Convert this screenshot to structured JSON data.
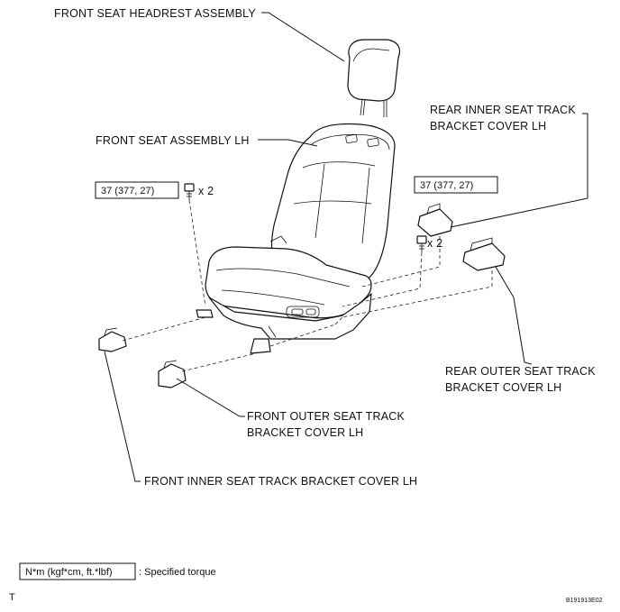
{
  "labels": {
    "headrest": "FRONT SEAT HEADREST ASSEMBLY",
    "seat_assembly": "FRONT SEAT ASSEMBLY LH",
    "rear_inner_line1": "REAR INNER SEAT TRACK",
    "rear_inner_line2": "BRACKET COVER LH",
    "rear_outer_line1": "REAR OUTER SEAT TRACK",
    "rear_outer_line2": "BRACKET COVER LH",
    "front_outer_line1": "FRONT OUTER SEAT TRACK",
    "front_outer_line2": "BRACKET COVER LH",
    "front_inner": "FRONT INNER SEAT TRACK BRACKET COVER LH"
  },
  "torque": {
    "left": "37 (377, 27)",
    "right": "37 (377, 27)",
    "left_qty": "x 2",
    "right_qty": "x 2"
  },
  "legend": {
    "unit_box": "N*m (kgf*cm, ft.*lbf)",
    "description": ": Specified torque"
  },
  "footer": {
    "left_mark": "T",
    "code": "B191913E02"
  }
}
